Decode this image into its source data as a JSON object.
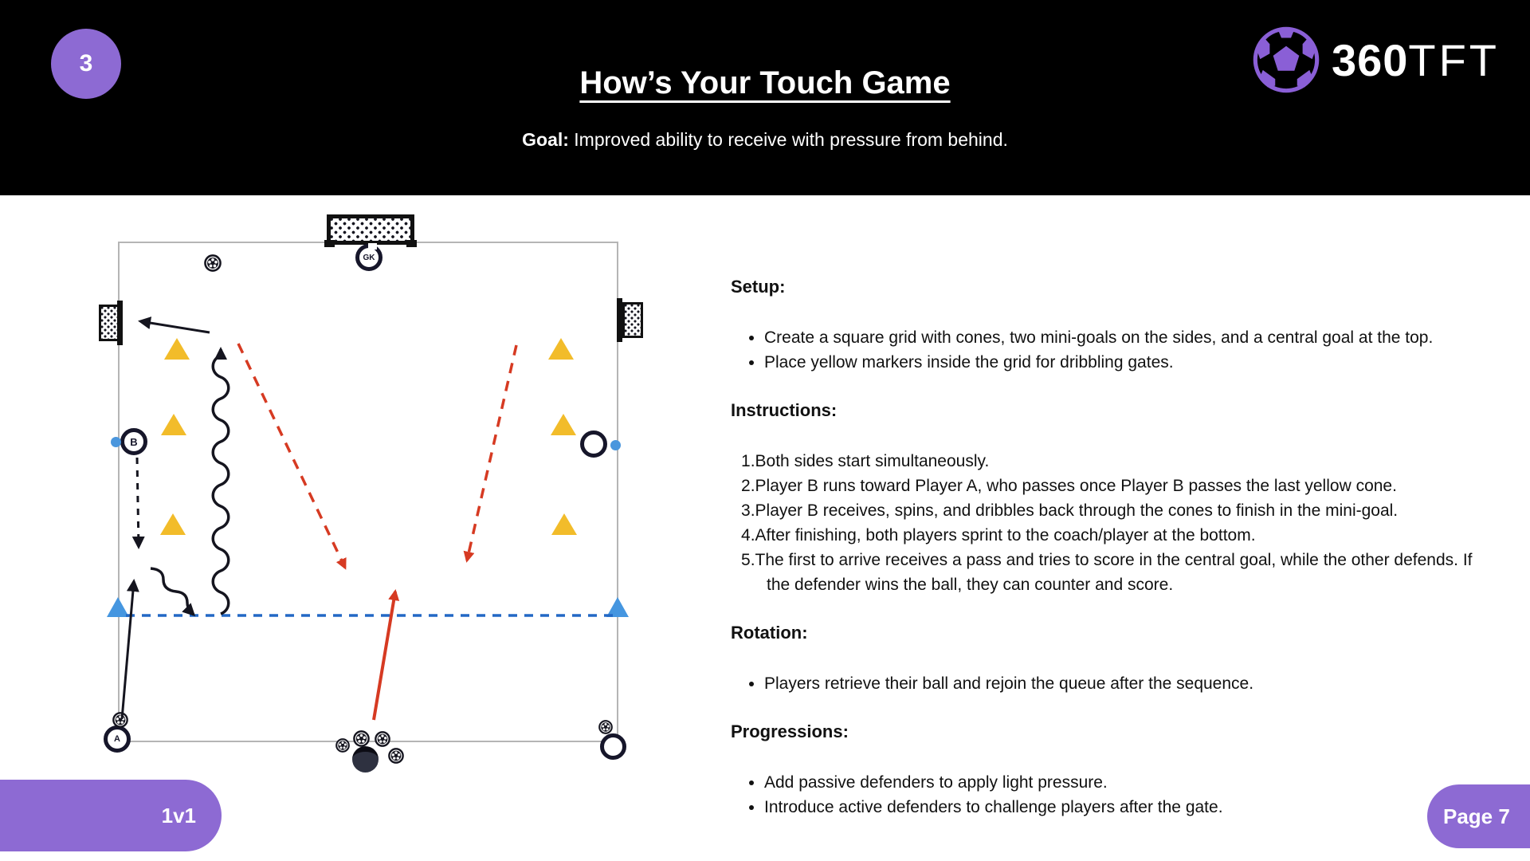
{
  "header": {
    "badge_number": "3",
    "title": "How’s Your Touch Game",
    "goal_label": "Goal:",
    "goal_text": " Improved ability to receive with pressure from behind.",
    "logo_text_bold": "360",
    "logo_text_light": "TFT"
  },
  "diagram": {
    "gk_label": "GK",
    "player_a_label": "A",
    "player_b_label": "B"
  },
  "sections": {
    "setup": {
      "heading": "Setup:",
      "items": [
        "Create a square grid with cones, two mini-goals on the sides, and a central goal at the top.",
        "Place yellow markers inside the grid for dribbling gates."
      ]
    },
    "instructions": {
      "heading": "Instructions:",
      "items": [
        "Both sides start simultaneously.",
        "Player B runs toward Player A, who passes once Player B passes the last yellow cone.",
        "Player B receives, spins, and dribbles back through the cones to finish in the mini-goal.",
        "After finishing, both players sprint to the coach/player at the bottom.",
        "The first to arrive receives a pass and tries to score in the central goal, while the other defends. If the defender wins the ball, they can counter and score."
      ]
    },
    "rotation": {
      "heading": "Rotation:",
      "items": [
        "Players retrieve their ball and rejoin the queue after the sequence."
      ]
    },
    "progressions": {
      "heading": "Progressions:",
      "items": [
        "Add passive defenders to apply light pressure.",
        "Introduce active defenders to challenge players after the gate."
      ]
    }
  },
  "footer": {
    "left_tag": "1v1",
    "page_label": "Page 7"
  },
  "colors": {
    "purple": "#8d6ad3",
    "red": "#d63a22",
    "blue_line": "#2368c5",
    "blue_marker": "#4596e0",
    "yellow_cone": "#f2bc2a",
    "ink": "#15151f"
  }
}
